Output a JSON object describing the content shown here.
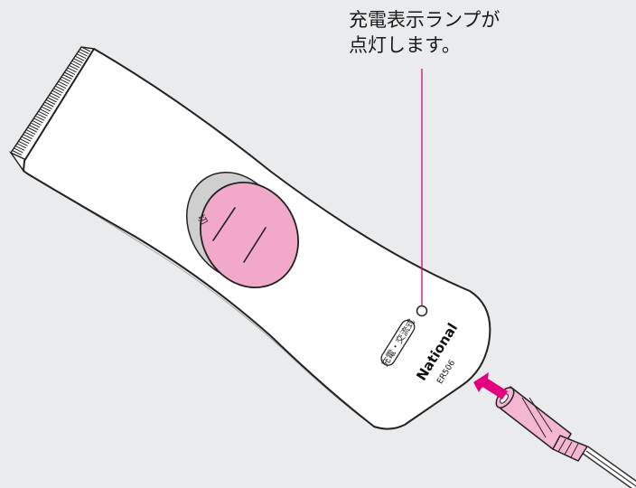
{
  "callout": {
    "line1": "充電表示ランプが",
    "line2": "点灯します。"
  },
  "device": {
    "brand": "National",
    "model": "ER506",
    "mode_label": "充電・交流式",
    "switch_label": "切"
  },
  "colors": {
    "background": "#eaebec",
    "body": "#ffffff",
    "switch_pink": "#f2a9c9",
    "leader_line": "#e0007f",
    "arrow": "#e4007f",
    "plug_pink": "#f5b6d2"
  }
}
